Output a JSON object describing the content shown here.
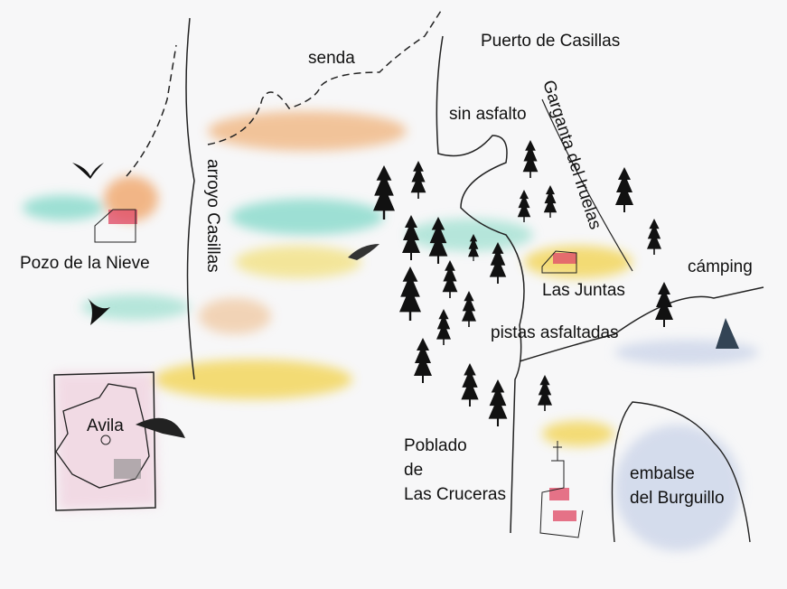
{
  "labels": {
    "senda": "senda",
    "puerto": "Puerto de Casillas",
    "sin_asfalto": "sin asfalto",
    "garganta": "Garganta del Iruelas",
    "arroyo": "arroyo Casillas",
    "pozo": "Pozo de la Nieve",
    "camping": "cámping",
    "las_juntas": "Las Juntas",
    "pistas": "pistas asfaltadas",
    "avila": "Avila",
    "poblado_1": "Poblado",
    "poblado_2": "de",
    "poblado_3": "Las Cruceras",
    "embalse_1": "embalse",
    "embalse_2": "del Burguillo"
  },
  "colors": {
    "orange": "#f0b27a",
    "teal": "#7fd8c8",
    "yellow": "#f2d24a",
    "pink": "#eec7d8",
    "blue": "#c9d3e8",
    "roof": "#e0506a"
  }
}
